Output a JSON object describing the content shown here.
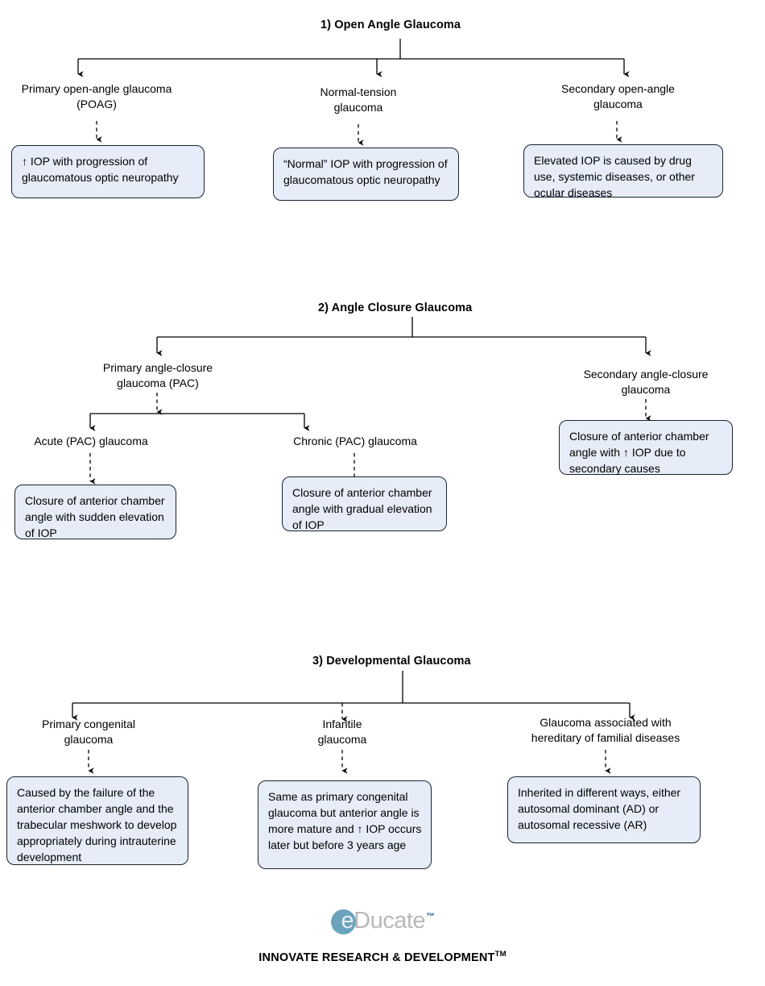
{
  "document": {
    "type": "classification-flowchart",
    "subject": "Glaucoma classification"
  },
  "sections": [
    {
      "id": "open-angle",
      "title": "1)  Open Angle Glaucoma",
      "nodes": [
        {
          "label": "Primary open-angle glaucoma\n(POAG)",
          "label_line1": "Primary open-angle glaucoma",
          "label_line2": "(POAG)",
          "description": "↑ IOP with progression of glaucomatous optic neuropathy"
        },
        {
          "label": "Normal-tension\nglaucoma",
          "label_line1": "Normal-tension",
          "label_line2": "glaucoma",
          "description": "“Normal” IOP with progression of glaucomatous optic neuropathy"
        },
        {
          "label": "Secondary open-angle\nglaucoma",
          "label_line1": "Secondary open-angle",
          "label_line2": "glaucoma",
          "description": "Elevated IOP is caused by drug use, systemic diseases, or other ocular diseases"
        }
      ]
    },
    {
      "id": "angle-closure",
      "title": "2) Angle Closure Glaucoma",
      "nodes": [
        {
          "label_line1": "Primary angle-closure",
          "label_line2": "glaucoma (PAC)",
          "children": [
            {
              "label_line1": "Acute (PAC) glaucoma",
              "label_line2": "",
              "description": "Closure of anterior chamber angle with sudden elevation of IOP"
            },
            {
              "label_line1": "Chronic (PAC) glaucoma",
              "label_line2": "",
              "description": "Closure of anterior chamber angle with gradual elevation of IOP"
            }
          ]
        },
        {
          "label_line1": "Secondary angle-closure",
          "label_line2": "glaucoma",
          "description": "Closure of anterior chamber angle with ↑ IOP due to secondary causes"
        }
      ]
    },
    {
      "id": "developmental",
      "title": "3) Developmental Glaucoma",
      "nodes": [
        {
          "label_line1": "Primary congenital",
          "label_line2": "glaucoma",
          "description": "Caused by the failure of the anterior chamber angle and the trabecular meshwork to develop appropriately during intrauterine development"
        },
        {
          "label_line1": "Infantile",
          "label_line2": "glaucoma",
          "description": "Same as primary congenital glaucoma but anterior angle is more mature and ↑ IOP occurs later but before 3 years age"
        },
        {
          "label_line1": "Glaucoma associated with",
          "label_line2": "hereditary of familial diseases",
          "description": "Inherited in different ways, either autosomal dominant (AD) or autosomal recessive (AR)"
        }
      ]
    }
  ],
  "footer": {
    "logo_letter": "e",
    "logo_word": "Ducate",
    "logo_tm": "™",
    "tagline": "INNOVATE RESEARCH & DEVELOPMENT",
    "tagline_sup": "TM"
  },
  "colors": {
    "box_fill": "#e6ecf8",
    "box_border": "#1b2430",
    "connector": "#000000",
    "logo_dot": "#6aa3be",
    "logo_text": "#b9b9b9",
    "logo_tm": "#27568a",
    "page_background": "#ffffff"
  }
}
